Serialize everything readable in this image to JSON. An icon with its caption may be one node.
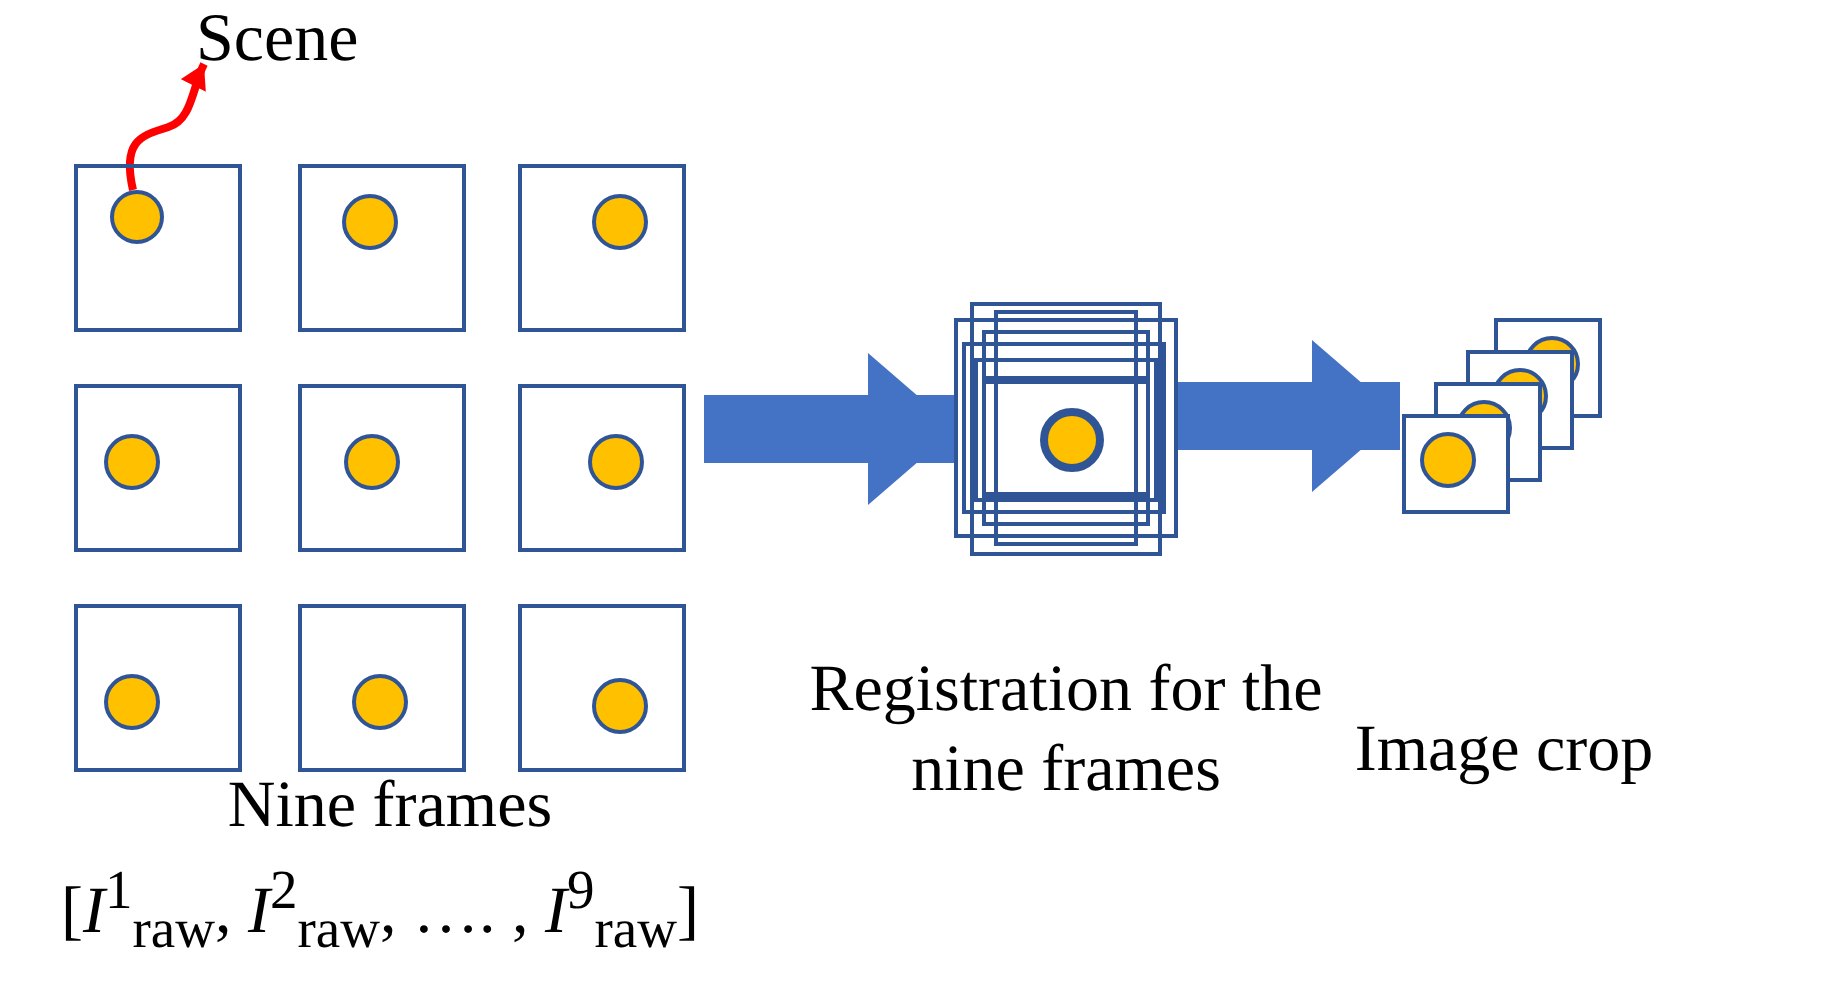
{
  "diagram": {
    "nodes": [
      {
        "text": [
          "Scene"
        ]
      },
      {
        "text": [],
        "shape": "picture",
        "beside": [
          "Nine frames",
          "[*I*$^{1}$$_{raw}$, *I*$^{2}$$_{raw}$, ….  , *I*$^{9}$$_{raw}$]"
        ]
      },
      {
        "text": [],
        "shape": "circle",
        "in": 1
      },
      {
        "text": [],
        "shape": "picture",
        "beside": [
          "Registration for the nine frames"
        ]
      },
      {
        "text": [],
        "shape": "picture",
        "beside": [
          "Image crop"
        ]
      }
    ],
    "edges": [
      {
        "from": 2,
        "to": 0,
        "arrow": "to",
        "color": "#ff0000"
      },
      {
        "from": 1,
        "to": 3,
        "arrow": "to"
      },
      {
        "from": 3,
        "to": 4,
        "arrow": "to"
      }
    ]
  }
}
